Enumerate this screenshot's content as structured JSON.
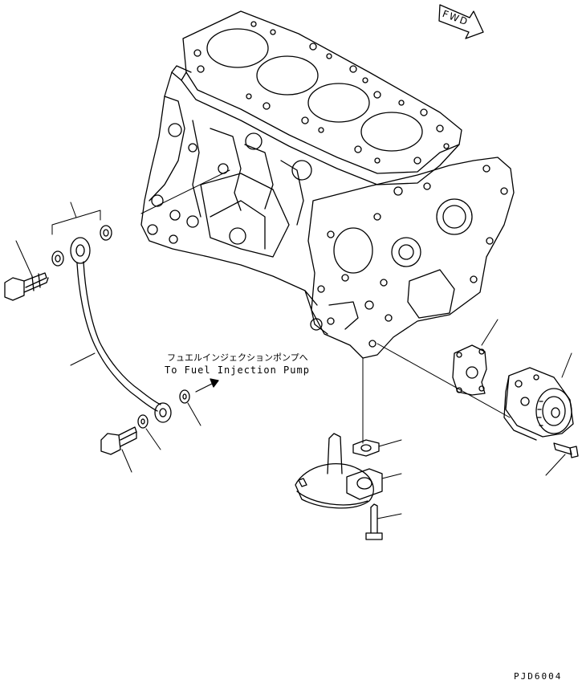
{
  "direction_marker": {
    "text": "FWD"
  },
  "callout": {
    "japanese": "フュエルインジェクションポンプへ",
    "english": "To Fuel Injection Pump"
  },
  "drawing_code": "PJD6004",
  "parts": [
    "engine-block",
    "oil-pipe",
    "union-bolt",
    "washer",
    "oil-pump",
    "oil-strainer",
    "gasket",
    "bolt"
  ]
}
